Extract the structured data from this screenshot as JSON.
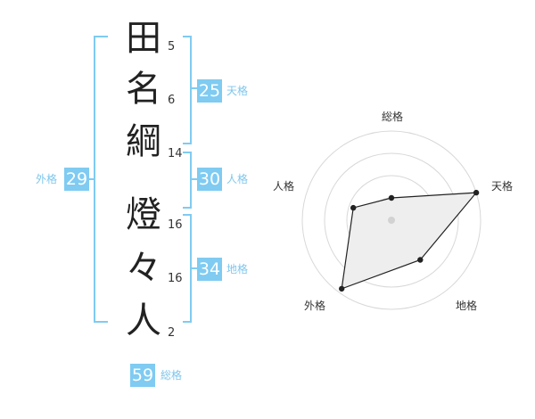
{
  "name": {
    "characters": [
      {
        "char": "田",
        "strokes": "5"
      },
      {
        "char": "名",
        "strokes": "6"
      },
      {
        "char": "綱",
        "strokes": "14"
      },
      {
        "char": "燈",
        "strokes": "16"
      },
      {
        "char": "々",
        "strokes": "16"
      },
      {
        "char": "人",
        "strokes": "2"
      }
    ]
  },
  "kakusu": {
    "tenkaku": {
      "label": "天格",
      "value": "25"
    },
    "jinkaku": {
      "label": "人格",
      "value": "30"
    },
    "chikaku": {
      "label": "地格",
      "value": "34"
    },
    "gaikaku": {
      "label": "外格",
      "value": "29"
    },
    "soukaku": {
      "label": "総格",
      "value": "59"
    }
  },
  "colors": {
    "accent": "#7fcbf2",
    "accent_text": "#7fc6ec"
  },
  "chart_data": {
    "type": "radar",
    "axes": [
      "総格",
      "天格",
      "地格",
      "外格",
      "人格"
    ],
    "values": [
      0.25,
      1.0,
      0.55,
      0.95,
      0.45
    ],
    "rings": 4
  }
}
